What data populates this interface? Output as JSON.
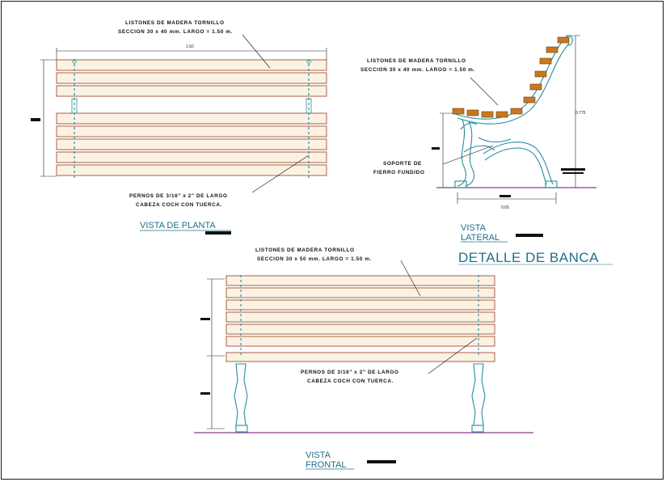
{
  "plan_view": {
    "note_top_1": "LISTONES DE MADERA TORNILLO",
    "note_top_2": "SECCION 30 x 40 mm. LARGO = 1.50 m.",
    "note_bottom_1": "PERNOS DE 3/16\" x 2\" DE LARGO",
    "note_bottom_2": "CABEZA COCH CON TUERCA.",
    "dim_width": "1.50",
    "title": "VISTA DE PLANTA"
  },
  "lateral_view": {
    "note_top_1": "LISTONES DE MADERA TORNILLO",
    "note_top_2": "SECCION 30 x 40 mm. LARGO = 1.50 m.",
    "note_support_1": "SOPORTE DE",
    "note_support_2": "FIERRO FUNDIDO",
    "dim_height": "0.775",
    "dim_base": "0.65",
    "title_1": "VISTA",
    "title_2": "LATERAL"
  },
  "front_view": {
    "note_top_1": "LISTONES DE MADERA TORNILLO",
    "note_top_2": "SECCION 30 x 50 mm. LARGO = 1.50 m.",
    "note_bottom_1": "PERNOS DE 3/16\" x 2\" DE LARGO",
    "note_bottom_2": "CABEZA COCH CON TUERCA.",
    "title_1": "VISTA",
    "title_2": "FRONTAL"
  },
  "drawing_title": "DETALLE DE BANCA",
  "colors": {
    "wood_outline": "#a0522d",
    "wood_fill": "#fbf2e4",
    "iron": "#2a8c9e",
    "ground": "#8a3c8c",
    "title": "#1f6f8b",
    "slat_label": "#c8781e"
  }
}
